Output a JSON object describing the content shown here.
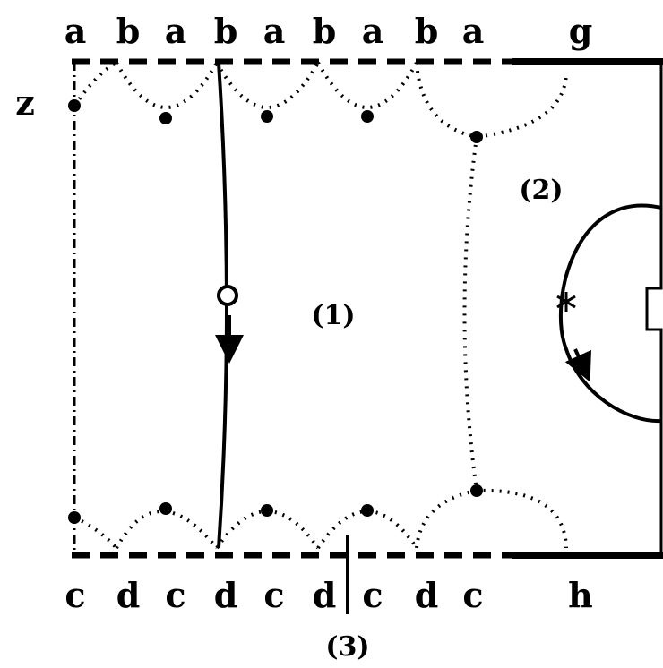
{
  "top_labels": [
    "a",
    "b",
    "a",
    "b",
    "a",
    "b",
    "a",
    "b",
    "a",
    "g"
  ],
  "bottom_labels": [
    "c",
    "d",
    "c",
    "d",
    "c",
    "d",
    "c",
    "d",
    "c",
    "h"
  ],
  "side_label": "z",
  "region_labels": [
    "(1)",
    "(2)",
    "(3)"
  ]
}
